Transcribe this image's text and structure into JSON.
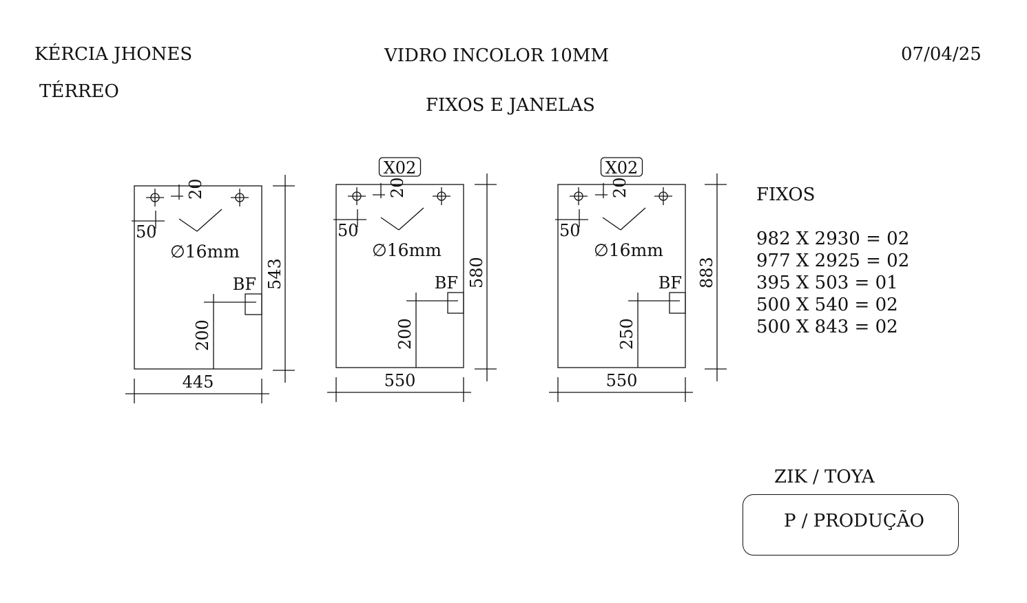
{
  "header": {
    "client": "KÉRCIA JHONES",
    "material": "VIDRO INCOLOR 10MM",
    "date": "07/04/25",
    "floor": "TÉRREO",
    "category": "FIXOS E JANELAS"
  },
  "panels": [
    {
      "qty_tag": "",
      "width_label": "445",
      "height_label": "543",
      "hole_offset_label": "20",
      "edge_offset_label": "50",
      "hole_diameter_label": "∅16mm",
      "cutout_label": "BF",
      "cutout_height_label": "200"
    },
    {
      "qty_tag": "X02",
      "width_label": "550",
      "height_label": "580",
      "hole_offset_label": "20",
      "edge_offset_label": "50",
      "hole_diameter_label": "∅16mm",
      "cutout_label": "BF",
      "cutout_height_label": "200"
    },
    {
      "qty_tag": "X02",
      "width_label": "550",
      "height_label": "883",
      "hole_offset_label": "20",
      "edge_offset_label": "50",
      "hole_diameter_label": "∅16mm",
      "cutout_label": "BF",
      "cutout_height_label": "250"
    }
  ],
  "fixos": {
    "title": "FIXOS",
    "items": [
      "982 X 2930 = 02",
      "977 X 2925 = 02",
      "395 X 503 = 01",
      "500 X 540 = 02",
      "500 X 843 = 02"
    ]
  },
  "footer": {
    "team": "ZIK / TOYA",
    "stamp": "P / PRODUÇÃO"
  }
}
